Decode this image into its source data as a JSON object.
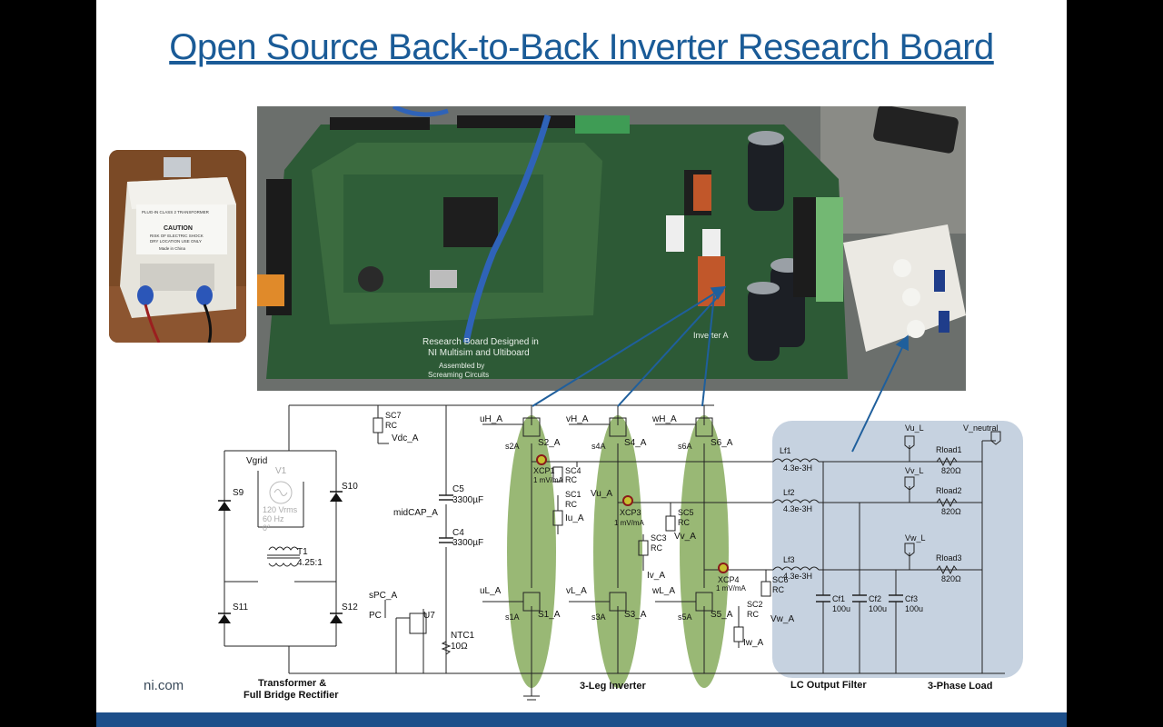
{
  "slide": {
    "title": "Open Source Back-to-Back Inverter Research Board",
    "footer": "ni.com"
  },
  "photos": {
    "transformer": {
      "label_lines": [
        "PLUG-IN CLASS 2 TRANSFORMER",
        "CAUTION",
        "RISK OF ELECTRIC SHOCK",
        "DRY LOCATION USE ONLY",
        "Made in China"
      ]
    },
    "board": {
      "silkscreen_lines": [
        "Research Board Designed in",
        "NI Multisim and Ultiboard",
        "Assembled by",
        "Screaming Circuits"
      ],
      "leg_label": "Inverter A"
    }
  },
  "schematic": {
    "section_labels": [
      "Transformer &",
      "Full Bridge Rectifier",
      "3-Leg Inverter",
      "LC Output Filter",
      "3-Phase Load"
    ],
    "source": {
      "name": "V1",
      "lines": [
        "120 Vrms",
        "60 Hz",
        "0°"
      ],
      "node": "Vgrid"
    },
    "transformer": {
      "name": "T1",
      "ratio": "4.25:1"
    },
    "diodes": [
      "S9",
      "S10",
      "S11",
      "S12"
    ],
    "bus": {
      "sc7": "SC7",
      "sc7_rc": "RC",
      "vdc": "Vdc_A",
      "c5": "C5",
      "c5_val": "3300µF",
      "c4": "C4",
      "c4_val": "3300µF",
      "midcap": "midCAP_A",
      "spc": "sPC_A",
      "pc": "PC",
      "u7": "U7",
      "ntc": "NTC1",
      "ntc_val": "10Ω"
    },
    "switches": {
      "upper": [
        {
          "gate": "uH_A",
          "sense": "s2A",
          "name": "S2_A"
        },
        {
          "gate": "vH_A",
          "sense": "s4A",
          "name": "S4_A"
        },
        {
          "gate": "wH_A",
          "sense": "s6A",
          "name": "S6_A"
        }
      ],
      "lower": [
        {
          "gate": "uL_A",
          "sense": "s1A",
          "name": "S1_A"
        },
        {
          "gate": "vL_A",
          "sense": "s3A",
          "name": "S3_A"
        },
        {
          "gate": "wL_A",
          "sense": "s5A",
          "name": "S5_A"
        }
      ]
    },
    "probes": [
      {
        "name": "XCP1",
        "scale": "1 mV/mA"
      },
      {
        "name": "XCP3",
        "scale": "1 mV/mA"
      },
      {
        "name": "XCP4",
        "scale": "1 mV/mA"
      }
    ],
    "sensors": [
      {
        "name": "SC4",
        "type": "RC"
      },
      {
        "name": "SC1",
        "type": "RC",
        "out": "Iu_A"
      },
      {
        "name": "SC5",
        "type": "RC",
        "out": "Vv_A"
      },
      {
        "name": "SC3",
        "type": "RC",
        "out": "Iv_A"
      },
      {
        "name": "SC6",
        "type": "RC",
        "out": "Vw_A"
      },
      {
        "name": "SC2",
        "type": "RC",
        "out": "Iw_A"
      }
    ],
    "vu_node": "Vu_A",
    "inductors": [
      {
        "name": "Lf1",
        "value": "4.3e-3H"
      },
      {
        "name": "Lf2",
        "value": "4.3e-3H"
      },
      {
        "name": "Lf3",
        "value": "4.3e-3H"
      }
    ],
    "filter_caps": [
      {
        "name": "Cf1",
        "value": "100u"
      },
      {
        "name": "Cf2",
        "value": "100u"
      },
      {
        "name": "Cf3",
        "value": "100u"
      }
    ],
    "load_nodes": [
      "Vu_L",
      "Vv_L",
      "Vw_L",
      "V_neutral"
    ],
    "loads": [
      {
        "name": "Rload1",
        "value": "820Ω"
      },
      {
        "name": "Rload2",
        "value": "820Ω"
      },
      {
        "name": "Rload3",
        "value": "820Ω"
      }
    ]
  },
  "colors": {
    "title": "#1a5b97",
    "footer_bar": "#1d4f8a",
    "leg_highlight": "#6e9a3a",
    "filter_region": "#b3c3d6",
    "arrow": "#1f5f9c",
    "board_green": "#2d5a36"
  }
}
